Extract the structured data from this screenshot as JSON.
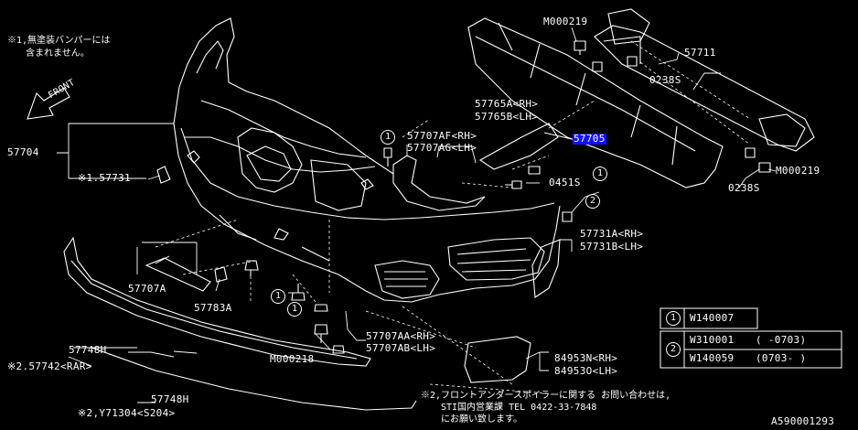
{
  "notes": {
    "note1_line1": "※1,無塗装バンパーには",
    "note1_line2": "含まれません。",
    "front": "FRONT",
    "note2_line1": "※2,フロントアンダースポイラーに関する お問い合わせは,",
    "note2_line2": "STI国内営業課 TEL 0422-33-7848",
    "note2_line3": "にお願い致します。"
  },
  "labels": {
    "p57704": "57704",
    "p57731": "※1.57731",
    "p57707a": "57707A",
    "p57783a": "57783A",
    "p57742": "※2.57742<RAR>",
    "p57748h_1": "57748H",
    "p57748h_2": "57748H",
    "y71304": "※2,Y71304<S204>",
    "m000218": "M000218",
    "p57707aa": "57707AA<RH>",
    "p57707ab": "57707AB<LH>",
    "p84953n": "84953N<RH>",
    "p84953o": "84953O<LH>",
    "p57731a": "57731A<RH>",
    "p57731b": "57731B<LH>",
    "p57707af": "57707AF<RH>",
    "p57707ag": "57707AG<LH>",
    "p57765a": "57765A<RH>",
    "p57765b": "57765B<LH>",
    "p57705": "57705",
    "p0451s": "0451S",
    "m000219_top": "M000219",
    "p57711": "57711",
    "p0238s_top": "0238S",
    "m000219_right": "M000219",
    "p0238s_bottom": "0238S",
    "circle1": "1",
    "circle2": "2"
  },
  "legend": {
    "row1_num": "1",
    "row1_code": "W140007",
    "row2_num": "2",
    "row2a_code": "W310001",
    "row2a_range": "(    -0703)",
    "row2b_code": "W140059",
    "row2b_range": "(0703-    )"
  },
  "diagram_id": "A590001293"
}
